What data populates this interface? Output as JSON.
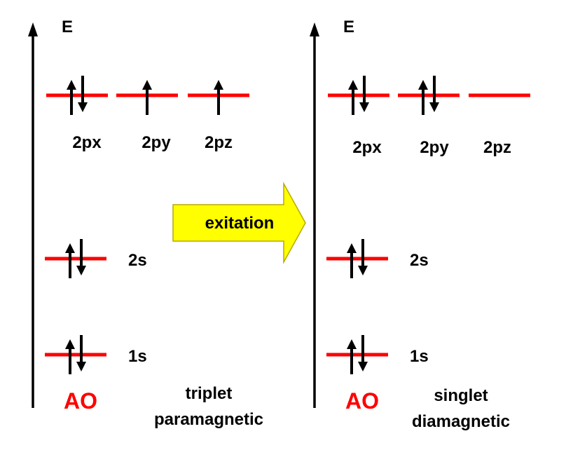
{
  "colors": {
    "level": "#ff0000",
    "electron": "#000000",
    "axis": "#000000",
    "arrow_fill": "#ffff00",
    "arrow_stroke": "#b8a800",
    "ao_label": "#ff0000"
  },
  "left_panel": {
    "axis_label": "E",
    "ao_label": "AO",
    "state_line1": "triplet",
    "state_line2": "paramagnetic",
    "orbitals": {
      "o2px": {
        "label": "2px",
        "occupancy": "up-down"
      },
      "o2py": {
        "label": "2py",
        "occupancy": "up"
      },
      "o2pz": {
        "label": "2pz",
        "occupancy": "up"
      },
      "o2s": {
        "label": "2s",
        "occupancy": "up-down"
      },
      "o1s": {
        "label": "1s",
        "occupancy": "up-down"
      }
    }
  },
  "right_panel": {
    "axis_label": "E",
    "ao_label": "AO",
    "state_line1": "singlet",
    "state_line2": "diamagnetic",
    "orbitals": {
      "o2px": {
        "label": "2px",
        "occupancy": "up-down"
      },
      "o2py": {
        "label": "2py",
        "occupancy": "up-down"
      },
      "o2pz": {
        "label": "2pz",
        "occupancy": "empty"
      },
      "o2s": {
        "label": "2s",
        "occupancy": "up-down"
      },
      "o1s": {
        "label": "1s",
        "occupancy": "up-down"
      }
    }
  },
  "transition": {
    "label": "exitation"
  }
}
